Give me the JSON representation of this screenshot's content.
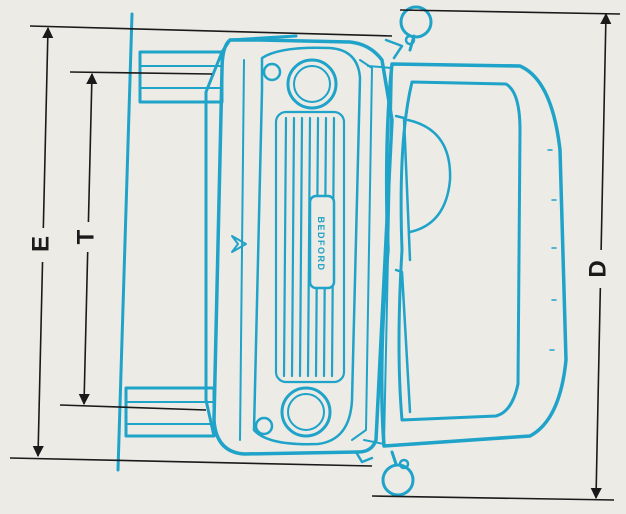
{
  "diagram": {
    "dimension_labels": {
      "E": "E",
      "T": "T",
      "D": "D"
    },
    "badge_text": "BEDFORD",
    "colors": {
      "vehicle_outline": "#1fa3c9",
      "dimension_lines": "#1a1a1a",
      "paper": "#ecebe6"
    }
  }
}
